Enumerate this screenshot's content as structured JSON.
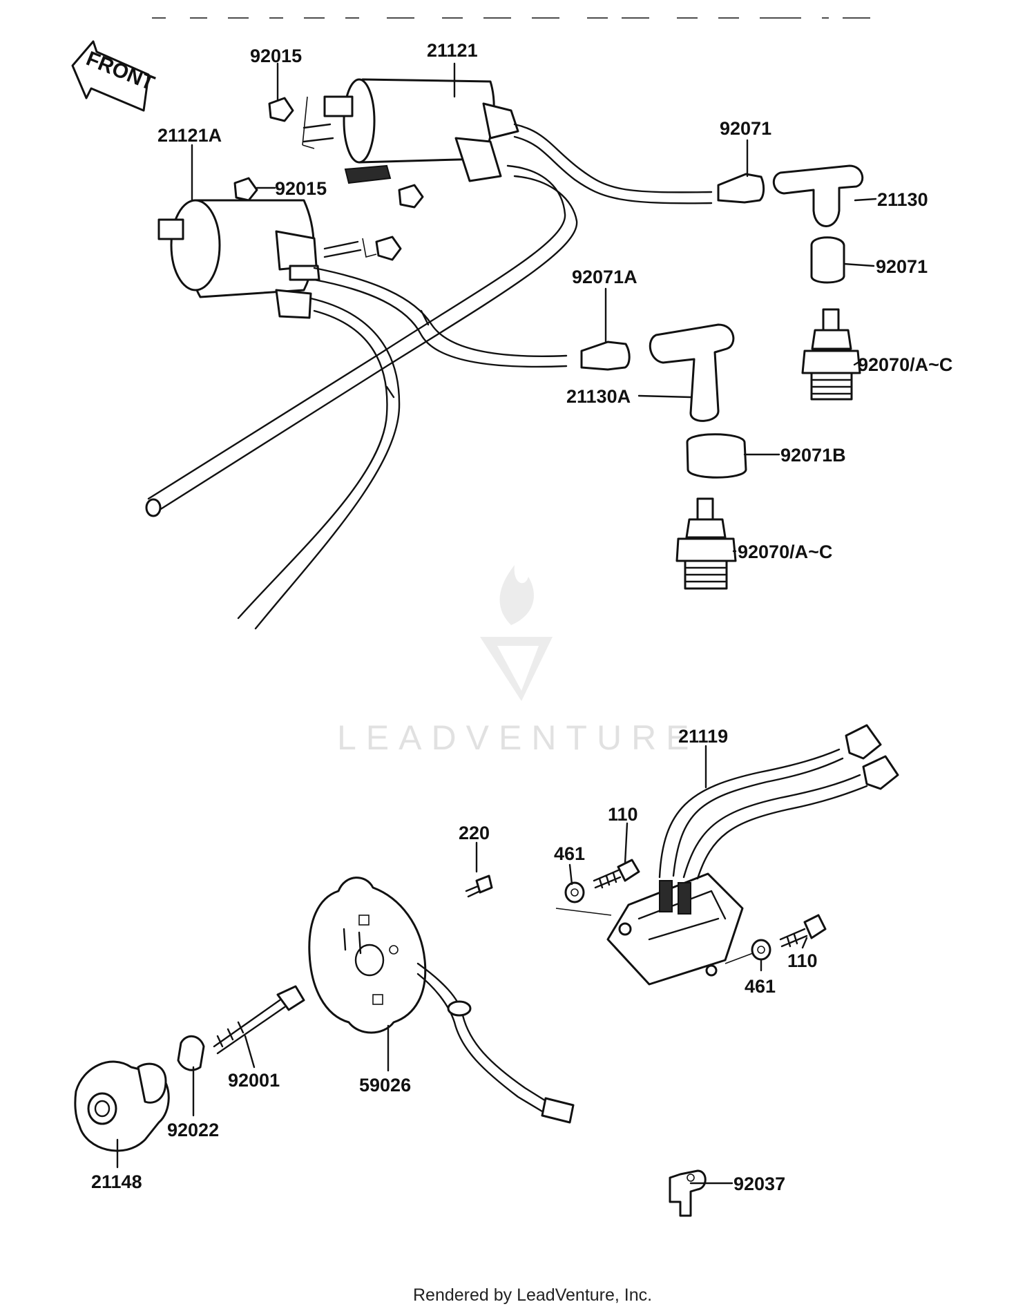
{
  "front_tag": "FRONT",
  "watermark": {
    "text": "LEADVENTURE"
  },
  "footer": "Rendered by LeadVenture, Inc.",
  "callouts": [
    {
      "id": "92015_top",
      "label": "92015"
    },
    {
      "id": "21121",
      "label": "21121"
    },
    {
      "id": "21121A",
      "label": "21121A"
    },
    {
      "id": "92015_mid",
      "label": "92015"
    },
    {
      "id": "92071_a",
      "label": "92071"
    },
    {
      "id": "21130",
      "label": "21130"
    },
    {
      "id": "92071_b",
      "label": "92071"
    },
    {
      "id": "92071A",
      "label": "92071A"
    },
    {
      "id": "92070_a",
      "label": "92070/A~C"
    },
    {
      "id": "21130A",
      "label": "21130A"
    },
    {
      "id": "92071B",
      "label": "92071B"
    },
    {
      "id": "92070_b",
      "label": "92070/A~C"
    },
    {
      "id": "21119",
      "label": "21119"
    },
    {
      "id": "110_a",
      "label": "110"
    },
    {
      "id": "220",
      "label": "220"
    },
    {
      "id": "461_a",
      "label": "461"
    },
    {
      "id": "110_b",
      "label": "110"
    },
    {
      "id": "461_b",
      "label": "461"
    },
    {
      "id": "92001",
      "label": "92001"
    },
    {
      "id": "59026",
      "label": "59026"
    },
    {
      "id": "92022",
      "label": "92022"
    },
    {
      "id": "21148",
      "label": "21148"
    },
    {
      "id": "92037",
      "label": "92037"
    }
  ]
}
